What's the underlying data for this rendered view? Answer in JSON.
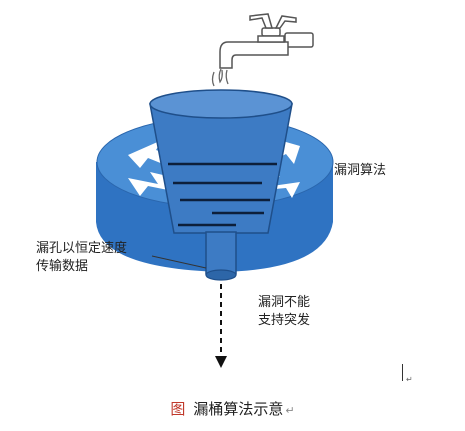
{
  "labels": {
    "algorithm": "漏洞算法",
    "hole_line1": "漏孔以恒定速度",
    "hole_line2": "传输数据",
    "burst_line1": "漏洞不能",
    "burst_line2": "支持突发"
  },
  "caption": {
    "figure_word": "图",
    "title": "漏桶算法示意",
    "return_mark": "↵"
  },
  "cursor_mark": "↵",
  "colors": {
    "ring_top": "#4a8fd6",
    "ring_side": "#2f73c2",
    "bucket": "#3d7bc4",
    "bucket_rim": "#1f4f8a",
    "water_lines": "#0d1f3a",
    "arrow_inner": "#ffffff"
  }
}
